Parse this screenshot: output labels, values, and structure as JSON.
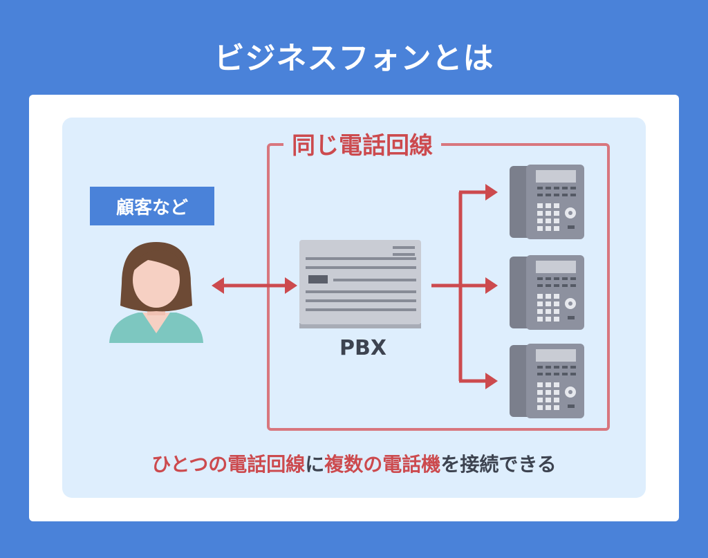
{
  "title": "ビジネスフォンとは",
  "group_label": "同じ電話回線",
  "customer_label": "顧客など",
  "pbx_label": "PBX",
  "footer": {
    "part1": "ひとつの電話回線",
    "part2": "に",
    "part3": "複数の電話機",
    "part4": "を接続できる"
  },
  "colors": {
    "background": "#4a82d9",
    "panel": "#deeefd",
    "accent_red": "#cc4a4e",
    "phone_gray": "#8d919f",
    "pbx_gray": "#c9ccd4"
  },
  "icons": [
    "person-icon",
    "pbx-icon",
    "desk-phone-icon",
    "desk-phone-icon",
    "desk-phone-icon"
  ]
}
